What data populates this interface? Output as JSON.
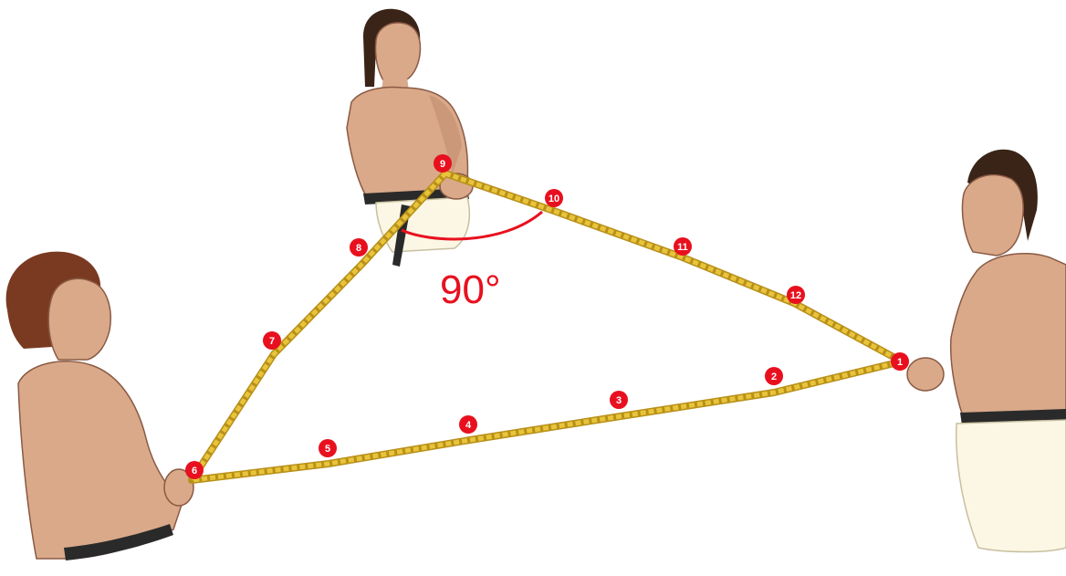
{
  "angle_label": "90°",
  "knots": [
    {
      "label": "1"
    },
    {
      "label": "2"
    },
    {
      "label": "3"
    },
    {
      "label": "4"
    },
    {
      "label": "5"
    },
    {
      "label": "6"
    },
    {
      "label": "7"
    },
    {
      "label": "8"
    },
    {
      "label": "9"
    },
    {
      "label": "10"
    },
    {
      "label": "11"
    },
    {
      "label": "12"
    }
  ],
  "colors": {
    "rope": "#e8c43a",
    "rope_dark": "#b8901a",
    "knot_badge": "#e8101e",
    "angle_arc": "#e8101e",
    "skin": "#d9a989",
    "skin_shadow": "#b98466",
    "hair": "#3a2418",
    "hair_red": "#7a3a22",
    "cloth": "#fbf7e4",
    "belt": "#2a2a2a"
  }
}
